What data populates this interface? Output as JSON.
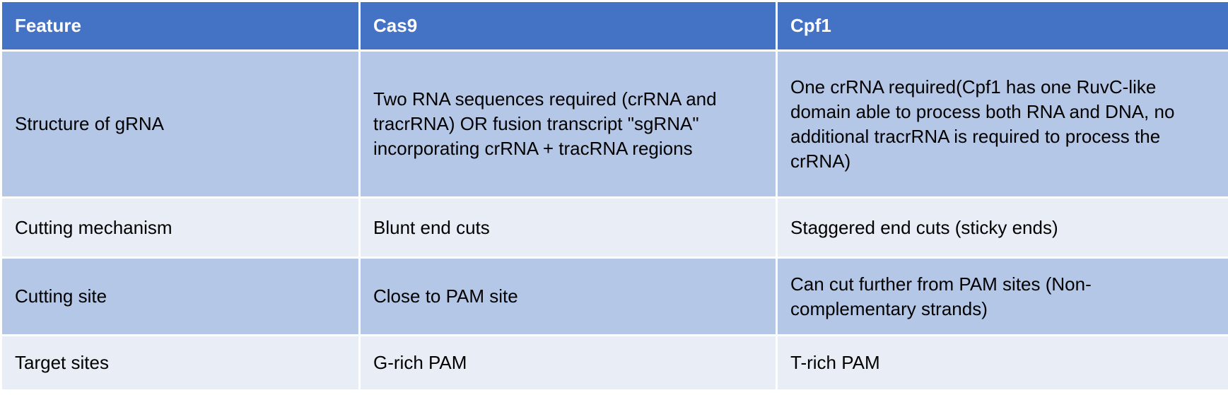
{
  "table": {
    "headers": [
      "Feature",
      "Cas9",
      "Cpf1"
    ],
    "rows": [
      {
        "feature": "Structure of gRNA",
        "cas9": "Two RNA sequences required (crRNA and tracrRNA) OR fusion transcript \"sgRNA\" incorporating crRNA + tracRNA regions",
        "cpf1": "One crRNA required(Cpf1 has one RuvC-like domain able to process both RNA and DNA, no additional tracrRNA is required to process the crRNA)"
      },
      {
        "feature": "Cutting mechanism",
        "cas9": "Blunt end cuts",
        "cpf1": "Staggered end cuts (sticky ends)"
      },
      {
        "feature": "Cutting site",
        "cas9": "Close to PAM site",
        "cpf1": "Can cut further from PAM sites (Non-complementary strands)"
      },
      {
        "feature": "Target sites",
        "cas9": "G-rich PAM",
        "cpf1": "T-rich PAM"
      }
    ]
  },
  "colors": {
    "header_bg": "#4472c4",
    "row_odd_bg": "#b4c7e7",
    "row_even_bg": "#e9edf6",
    "header_text": "#ffffff",
    "body_text": "#000000"
  }
}
